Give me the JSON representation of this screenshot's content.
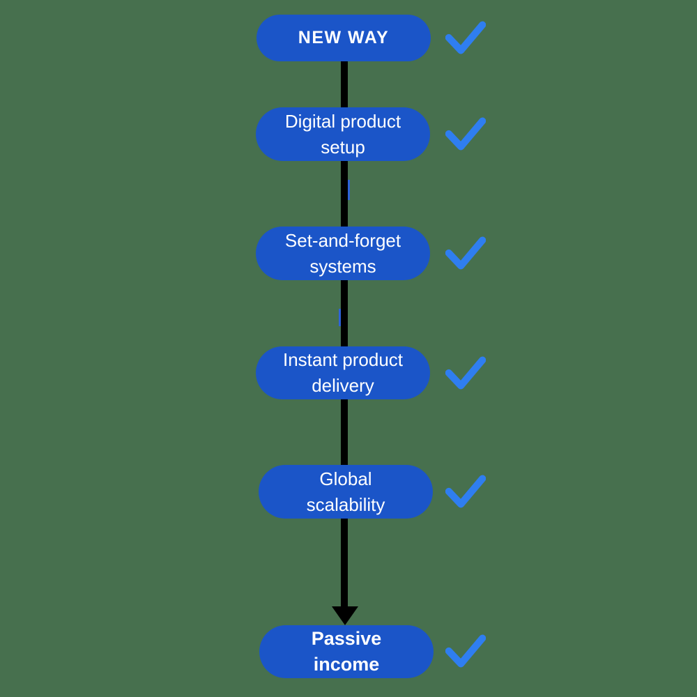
{
  "colors": {
    "background": "#47704E",
    "pill_fill": "#1B55C8",
    "pill_text": "#FFFFFF",
    "connector": "#000000",
    "checkmark": "#2F7EF0",
    "connector_artifact": "#2E62D8"
  },
  "flow": {
    "direction": "top-to-bottom",
    "steps": [
      {
        "label": "NEW WAY",
        "emphasis": true,
        "checked": true
      },
      {
        "label": "Digital product\nsetup",
        "emphasis": false,
        "checked": true
      },
      {
        "label": "Set-and-forget\nsystems",
        "emphasis": false,
        "checked": true
      },
      {
        "label": "Instant product\ndelivery",
        "emphasis": false,
        "checked": true
      },
      {
        "label": "Global\nscalability",
        "emphasis": false,
        "checked": true
      },
      {
        "label": "Passive\nincome",
        "emphasis": true,
        "checked": true
      }
    ]
  }
}
